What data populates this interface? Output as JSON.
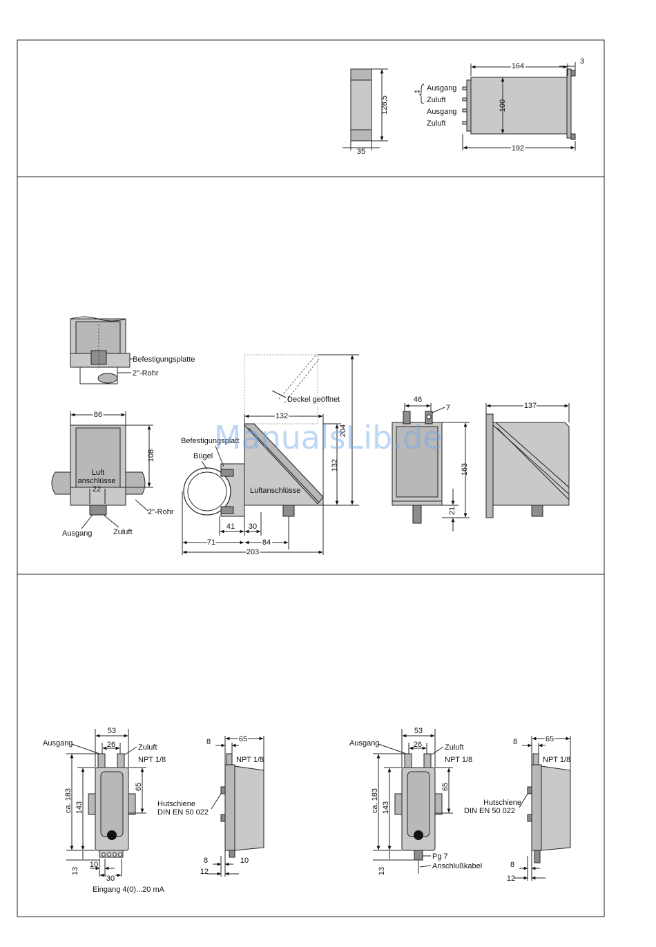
{
  "watermark": "ManualsLib.de",
  "panel1": {
    "dims": {
      "h128": "128,5",
      "w35": "35",
      "w164": "164",
      "w3": "3",
      "h100": "100",
      "w192": "192"
    },
    "ports": {
      "stars": "**",
      "ausgang1": "Ausgang",
      "zuluft1": "Zuluft",
      "ausgang2": "Ausgang",
      "zuluft2": "Zuluft"
    }
  },
  "panel2": {
    "labels": {
      "befestigungsplatte": "Befestigungsplatte",
      "rohr_top": "2\"-Rohr",
      "luft": "Luft",
      "anschluesse": "anschlüsse",
      "rohr_front": "2\"-Rohr",
      "ausgang": "Ausgang",
      "zuluft": "Zuluft",
      "befestigungsplatte_side": "Befestigungsplatt",
      "buegel": "Bügel",
      "luftanschluesse": "Luftanschlüsse",
      "deckel": "Deckel geöffnet"
    },
    "dims": {
      "d86": "86",
      "d108": "108",
      "d22": "22",
      "d132w": "132",
      "d132h": "132",
      "d204": "204",
      "d41": "41",
      "d30": "30",
      "d71": "71",
      "d84": "84",
      "d203": "203",
      "d46": "46",
      "d7": "7",
      "d163": "163",
      "d21": "21",
      "d137": "137"
    }
  },
  "panel3": {
    "left": {
      "ausgang": "Ausgang",
      "zuluft": "Zuluft",
      "npt": "NPT 1/8",
      "npt2": "NPT 1/8",
      "eingang": "Eingang 4(0)...20 mA",
      "hutschiene": "Hutschiene",
      "din": "DIN EN 50 022",
      "dims": {
        "d53": "53",
        "d26": "26",
        "d65": "65",
        "d183": "ca. 183",
        "d143": "143",
        "d13": "13",
        "d10": "10",
        "d30": "30",
        "d8a": "8",
        "d65b": "65",
        "d8b": "8",
        "d12": "12",
        "d10b": "10"
      }
    },
    "right": {
      "ausgang": "Ausgang",
      "zuluft": "Zuluft",
      "npt": "NPT 1/8",
      "npt2": "NPT 1/8",
      "pg7": "Pg 7",
      "kabel": "Anschlußkabel",
      "hutschiene": "Hutschiene",
      "din": "DIN EN 50 022",
      "dims": {
        "d53": "53",
        "d26": "26",
        "d65": "65",
        "d183": "ca. 183",
        "d143": "143",
        "d13": "13",
        "d8a": "8",
        "d65b": "65",
        "d8b": "8",
        "d12": "12"
      }
    }
  }
}
